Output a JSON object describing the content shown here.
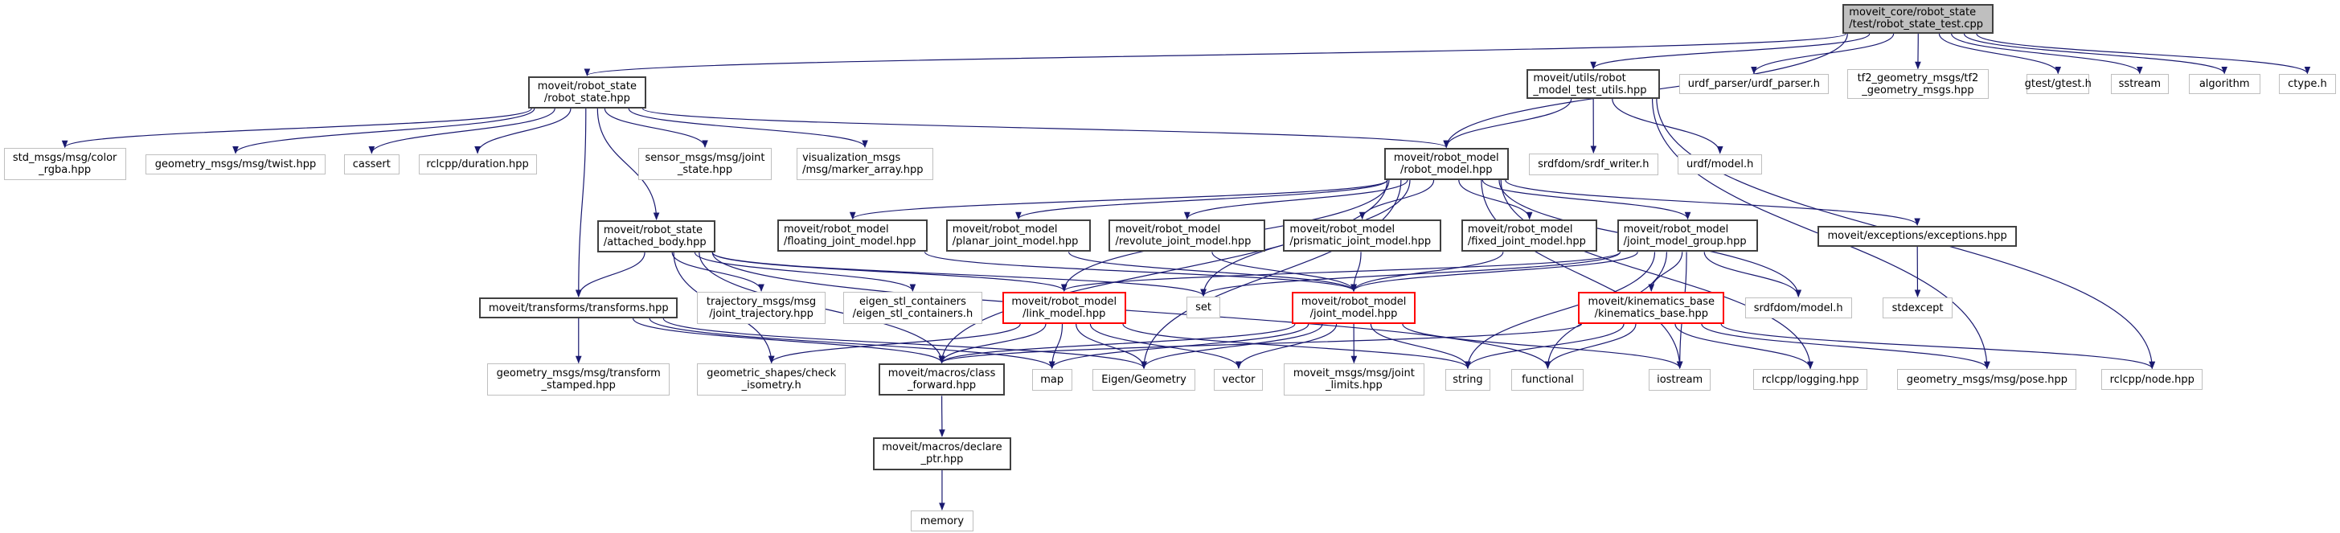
{
  "title": "Include dependency graph for moveit_core/robot_state/test/robot_state_test.cpp",
  "colors": {
    "edge": "#191970",
    "internal_border": "#404040",
    "external_border": "#bfbfbf",
    "missing_border": "#ff0000",
    "root_fill": "#bfbfbf"
  },
  "nodes": [
    {
      "id": "root",
      "lines": [
        "moveit_core/robot_state",
        "/test/robot_state_test.cpp"
      ],
      "kind": "root"
    },
    {
      "id": "robot_state",
      "lines": [
        "moveit/robot_state",
        "/robot_state.hpp"
      ],
      "kind": "internal"
    },
    {
      "id": "test_utils",
      "lines": [
        "moveit/utils/robot",
        "_model_test_utils.hpp"
      ],
      "kind": "internal"
    },
    {
      "id": "urdf_parser",
      "lines": [
        "urdf_parser/urdf_parser.h"
      ],
      "kind": "external"
    },
    {
      "id": "tf2_geom",
      "lines": [
        "tf2_geometry_msgs/tf2",
        "_geometry_msgs.hpp"
      ],
      "kind": "external"
    },
    {
      "id": "gtest",
      "lines": [
        "gtest/gtest.h"
      ],
      "kind": "external"
    },
    {
      "id": "sstream",
      "lines": [
        "sstream"
      ],
      "kind": "external"
    },
    {
      "id": "algorithm",
      "lines": [
        "algorithm"
      ],
      "kind": "external"
    },
    {
      "id": "ctype",
      "lines": [
        "ctype.h"
      ],
      "kind": "external"
    },
    {
      "id": "color_rgba",
      "lines": [
        "std_msgs/msg/color",
        "_rgba.hpp"
      ],
      "kind": "external"
    },
    {
      "id": "twist",
      "lines": [
        "geometry_msgs/msg/twist.hpp"
      ],
      "kind": "external"
    },
    {
      "id": "cassert",
      "lines": [
        "cassert"
      ],
      "kind": "external"
    },
    {
      "id": "duration",
      "lines": [
        "rclcpp/duration.hpp"
      ],
      "kind": "external"
    },
    {
      "id": "joint_state",
      "lines": [
        "sensor_msgs/msg/joint",
        "_state.hpp"
      ],
      "kind": "external"
    },
    {
      "id": "marker_array",
      "lines": [
        "visualization_msgs",
        "/msg/marker_array.hpp"
      ],
      "kind": "external"
    },
    {
      "id": "robot_model",
      "lines": [
        "moveit/robot_model",
        "/robot_model.hpp"
      ],
      "kind": "internal"
    },
    {
      "id": "srdf_writer",
      "lines": [
        "srdfdom/srdf_writer.h"
      ],
      "kind": "external"
    },
    {
      "id": "urdf_model",
      "lines": [
        "urdf/model.h"
      ],
      "kind": "external"
    },
    {
      "id": "attached_body",
      "lines": [
        "moveit/robot_state",
        "/attached_body.hpp"
      ],
      "kind": "internal"
    },
    {
      "id": "floating",
      "lines": [
        "moveit/robot_model",
        "/floating_joint_model.hpp"
      ],
      "kind": "internal"
    },
    {
      "id": "planar",
      "lines": [
        "moveit/robot_model",
        "/planar_joint_model.hpp"
      ],
      "kind": "internal"
    },
    {
      "id": "revolute",
      "lines": [
        "moveit/robot_model",
        "/revolute_joint_model.hpp"
      ],
      "kind": "internal"
    },
    {
      "id": "prismatic",
      "lines": [
        "moveit/robot_model",
        "/prismatic_joint_model.hpp"
      ],
      "kind": "internal"
    },
    {
      "id": "fixed",
      "lines": [
        "moveit/robot_model",
        "/fixed_joint_model.hpp"
      ],
      "kind": "internal"
    },
    {
      "id": "jmg",
      "lines": [
        "moveit/robot_model",
        "/joint_model_group.hpp"
      ],
      "kind": "internal"
    },
    {
      "id": "exceptions",
      "lines": [
        "moveit/exceptions/exceptions.hpp"
      ],
      "kind": "internal"
    },
    {
      "id": "transforms",
      "lines": [
        "moveit/transforms/transforms.hpp"
      ],
      "kind": "internal"
    },
    {
      "id": "traj",
      "lines": [
        "trajectory_msgs/msg",
        "/joint_trajectory.hpp"
      ],
      "kind": "external"
    },
    {
      "id": "eigen_stl",
      "lines": [
        "eigen_stl_containers",
        "/eigen_stl_containers.h"
      ],
      "kind": "external"
    },
    {
      "id": "link_model",
      "lines": [
        "moveit/robot_model",
        "/link_model.hpp"
      ],
      "kind": "missing"
    },
    {
      "id": "set",
      "lines": [
        "set"
      ],
      "kind": "external"
    },
    {
      "id": "joint_model",
      "lines": [
        "moveit/robot_model",
        "/joint_model.hpp"
      ],
      "kind": "missing"
    },
    {
      "id": "kinematics",
      "lines": [
        "moveit/kinematics_base",
        "/kinematics_base.hpp"
      ],
      "kind": "missing"
    },
    {
      "id": "srdf_model",
      "lines": [
        "srdfdom/model.h"
      ],
      "kind": "external"
    },
    {
      "id": "stdexcept",
      "lines": [
        "stdexcept"
      ],
      "kind": "external"
    },
    {
      "id": "transform_stamped",
      "lines": [
        "geometry_msgs/msg/transform",
        "_stamped.hpp"
      ],
      "kind": "external"
    },
    {
      "id": "check_isometry",
      "lines": [
        "geometric_shapes/check",
        "_isometry.h"
      ],
      "kind": "external"
    },
    {
      "id": "class_forward",
      "lines": [
        "moveit/macros/class",
        "_forward.hpp"
      ],
      "kind": "internal"
    },
    {
      "id": "map",
      "lines": [
        "map"
      ],
      "kind": "external"
    },
    {
      "id": "eigen_geom",
      "lines": [
        "Eigen/Geometry"
      ],
      "kind": "external"
    },
    {
      "id": "vector",
      "lines": [
        "vector"
      ],
      "kind": "external"
    },
    {
      "id": "joint_limits",
      "lines": [
        "moveit_msgs/msg/joint",
        "_limits.hpp"
      ],
      "kind": "external"
    },
    {
      "id": "string",
      "lines": [
        "string"
      ],
      "kind": "external"
    },
    {
      "id": "functional",
      "lines": [
        "functional"
      ],
      "kind": "external"
    },
    {
      "id": "iostream",
      "lines": [
        "iostream"
      ],
      "kind": "external"
    },
    {
      "id": "logging",
      "lines": [
        "rclcpp/logging.hpp"
      ],
      "kind": "external"
    },
    {
      "id": "pose",
      "lines": [
        "geometry_msgs/msg/pose.hpp"
      ],
      "kind": "external"
    },
    {
      "id": "node",
      "lines": [
        "rclcpp/node.hpp"
      ],
      "kind": "external"
    },
    {
      "id": "declare_ptr",
      "lines": [
        "moveit/macros/declare",
        "_ptr.hpp"
      ],
      "kind": "internal"
    },
    {
      "id": "memory",
      "lines": [
        "memory"
      ],
      "kind": "external"
    }
  ],
  "edges": [
    [
      "root",
      "robot_state"
    ],
    [
      "root",
      "robot_model"
    ],
    [
      "root",
      "test_utils"
    ],
    [
      "root",
      "urdf_parser"
    ],
    [
      "root",
      "tf2_geom"
    ],
    [
      "root",
      "gtest"
    ],
    [
      "root",
      "sstream"
    ],
    [
      "root",
      "algorithm"
    ],
    [
      "root",
      "ctype"
    ],
    [
      "robot_state",
      "color_rgba"
    ],
    [
      "robot_state",
      "twist"
    ],
    [
      "robot_state",
      "cassert"
    ],
    [
      "robot_state",
      "duration"
    ],
    [
      "robot_state",
      "joint_state"
    ],
    [
      "robot_state",
      "marker_array"
    ],
    [
      "robot_state",
      "robot_model"
    ],
    [
      "robot_state",
      "attached_body"
    ],
    [
      "robot_state",
      "transforms"
    ],
    [
      "test_utils",
      "robot_model"
    ],
    [
      "test_utils",
      "srdf_writer"
    ],
    [
      "test_utils",
      "urdf_model"
    ],
    [
      "test_utils",
      "pose"
    ],
    [
      "test_utils",
      "node"
    ],
    [
      "robot_model",
      "floating"
    ],
    [
      "robot_model",
      "planar"
    ],
    [
      "robot_model",
      "revolute"
    ],
    [
      "robot_model",
      "prismatic"
    ],
    [
      "robot_model",
      "fixed"
    ],
    [
      "robot_model",
      "jmg"
    ],
    [
      "robot_model",
      "exceptions"
    ],
    [
      "robot_model",
      "srdf_model"
    ],
    [
      "robot_model",
      "iostream"
    ],
    [
      "robot_model",
      "logging"
    ],
    [
      "robot_model",
      "eigen_geom"
    ],
    [
      "robot_model",
      "set"
    ],
    [
      "robot_model",
      "class_forward"
    ],
    [
      "robot_model",
      "link_model"
    ],
    [
      "attached_body",
      "transforms"
    ],
    [
      "attached_body",
      "traj"
    ],
    [
      "attached_body",
      "eigen_stl"
    ],
    [
      "attached_body",
      "link_model"
    ],
    [
      "attached_body",
      "set"
    ],
    [
      "attached_body",
      "functional"
    ],
    [
      "attached_body",
      "check_isometry"
    ],
    [
      "attached_body",
      "class_forward"
    ],
    [
      "floating",
      "joint_model"
    ],
    [
      "planar",
      "joint_model"
    ],
    [
      "revolute",
      "joint_model"
    ],
    [
      "prismatic",
      "joint_model"
    ],
    [
      "fixed",
      "joint_model"
    ],
    [
      "jmg",
      "joint_model"
    ],
    [
      "jmg",
      "link_model"
    ],
    [
      "jmg",
      "kinematics"
    ],
    [
      "jmg",
      "srdf_model"
    ],
    [
      "jmg",
      "set"
    ],
    [
      "jmg",
      "string"
    ],
    [
      "jmg",
      "functional"
    ],
    [
      "jmg",
      "iostream"
    ],
    [
      "exceptions",
      "stdexcept"
    ],
    [
      "transforms",
      "transform_stamped"
    ],
    [
      "transforms",
      "class_forward"
    ],
    [
      "transforms",
      "eigen_geom"
    ],
    [
      "transforms",
      "map"
    ],
    [
      "link_model",
      "check_isometry"
    ],
    [
      "link_model",
      "class_forward"
    ],
    [
      "link_model",
      "map"
    ],
    [
      "link_model",
      "eigen_geom"
    ],
    [
      "link_model",
      "vector"
    ],
    [
      "link_model",
      "string"
    ],
    [
      "joint_model",
      "class_forward"
    ],
    [
      "joint_model",
      "map"
    ],
    [
      "joint_model",
      "eigen_geom"
    ],
    [
      "joint_model",
      "vector"
    ],
    [
      "joint_model",
      "joint_limits"
    ],
    [
      "joint_model",
      "string"
    ],
    [
      "joint_model",
      "iostream"
    ],
    [
      "kinematics",
      "class_forward"
    ],
    [
      "kinematics",
      "string"
    ],
    [
      "kinematics",
      "functional"
    ],
    [
      "kinematics",
      "logging"
    ],
    [
      "kinematics",
      "pose"
    ],
    [
      "kinematics",
      "node"
    ],
    [
      "class_forward",
      "declare_ptr"
    ],
    [
      "declare_ptr",
      "memory"
    ]
  ]
}
